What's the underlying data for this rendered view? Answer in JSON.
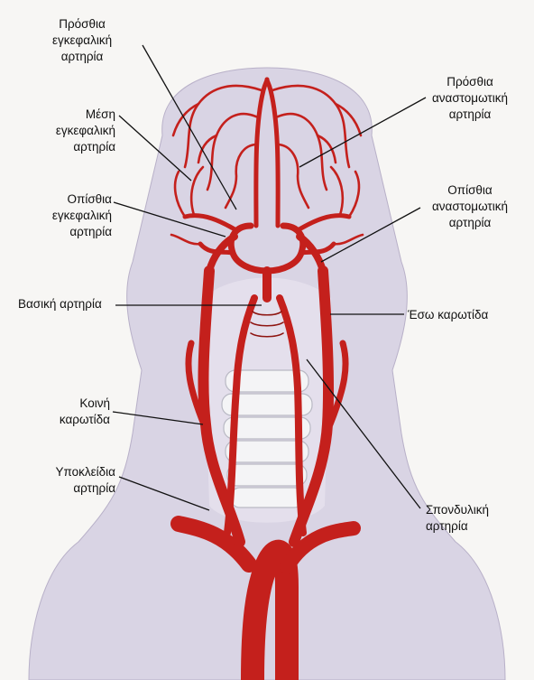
{
  "colors": {
    "artery": "#c4201c",
    "artery_dark": "#8e1511",
    "head_silhouette": "#d9d4e4",
    "bone": "#f4f4f6",
    "leader_line": "#111111",
    "background": "#f7f6f4"
  },
  "labels": {
    "anterior_cerebral": [
      "Πρόσθια",
      "εγκεφαλική",
      "αρτηρία"
    ],
    "middle_cerebral": [
      "Μέση",
      "εγκεφαλική",
      "αρτηρία"
    ],
    "posterior_cerebral": [
      "Οπίσθια",
      "εγκεφαλική",
      "αρτηρία"
    ],
    "basilar": [
      "Βασική αρτηρία"
    ],
    "common_carotid": [
      "Κοινή",
      "καρωτίδα"
    ],
    "subclavian": [
      "Υποκλείδια",
      "αρτηρία"
    ],
    "anterior_communicating": [
      "Πρόσθια",
      "αναστομωτική",
      "αρτηρία"
    ],
    "posterior_communicating": [
      "Οπίσθια",
      "αναστομωτική",
      "αρτηρία"
    ],
    "internal_carotid": [
      "Έσω καρωτίδα"
    ],
    "vertebral": [
      "Σπονδυλική",
      "αρτηρία"
    ]
  }
}
